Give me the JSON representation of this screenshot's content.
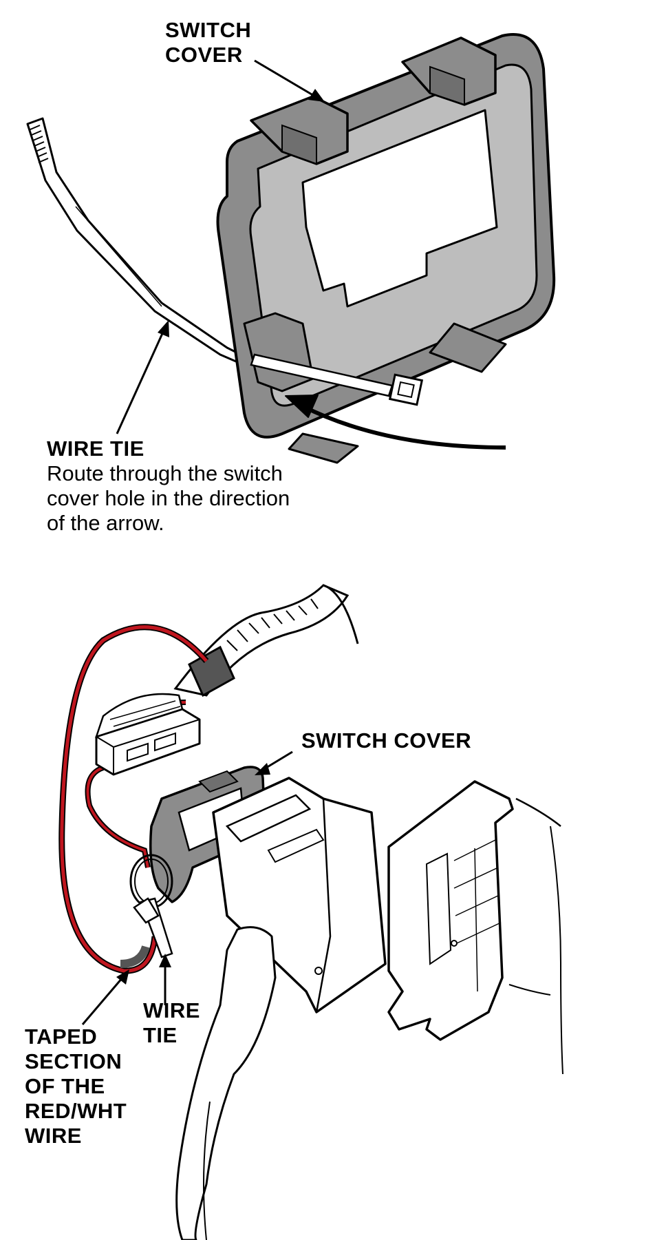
{
  "top_view": {
    "switch_cover_label": "SWITCH\nCOVER",
    "wire_tie_label": "WIRE TIE",
    "wire_tie_note": "Route through the switch\ncover hole in the direction\nof the arrow."
  },
  "bottom_view": {
    "switch_cover_label": "SWITCH COVER",
    "wire_tie_label": "WIRE\nTIE",
    "taped_section_label": "TAPED\nSECTION\nOF THE\nRED/WHT\nWIRE"
  },
  "colors": {
    "cover_fill": "#8c8c8c",
    "cover_inner": "#bdbdbd",
    "wire_red": "#c0161f",
    "tape_dark": "#555555",
    "line": "#000000"
  }
}
